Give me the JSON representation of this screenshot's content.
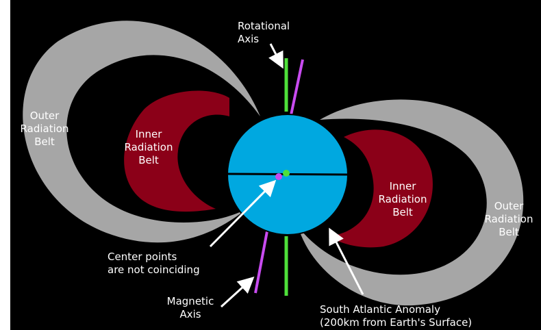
{
  "colors": {
    "background": "#000000",
    "earth": "#00a8e0",
    "outer_belt": "#a6a6a6",
    "inner_belt": "#8b0018",
    "rotational_axis": "#4ee03a",
    "magnetic_axis": "#c84bf0",
    "pointer": "#ffffff",
    "text": "#ffffff"
  },
  "labels": {
    "rotational_axis": [
      "Rotational",
      "Axis"
    ],
    "magnetic_axis": [
      "Magnetic",
      "Axis"
    ],
    "outer_belt_left": [
      "Outer",
      "Radiation",
      "Belt"
    ],
    "inner_belt_left": [
      "Inner",
      "Radiation",
      "Belt"
    ],
    "inner_belt_right": [
      "Inner",
      "Radiation",
      "Belt"
    ],
    "outer_belt_right": [
      "Outer",
      "Radiation",
      "Belt"
    ],
    "center_points": [
      "Center points",
      "are not coinciding"
    ],
    "south_atlantic": [
      "South Atlantic Anomaly",
      "(200km from Earth's Surface)"
    ]
  }
}
